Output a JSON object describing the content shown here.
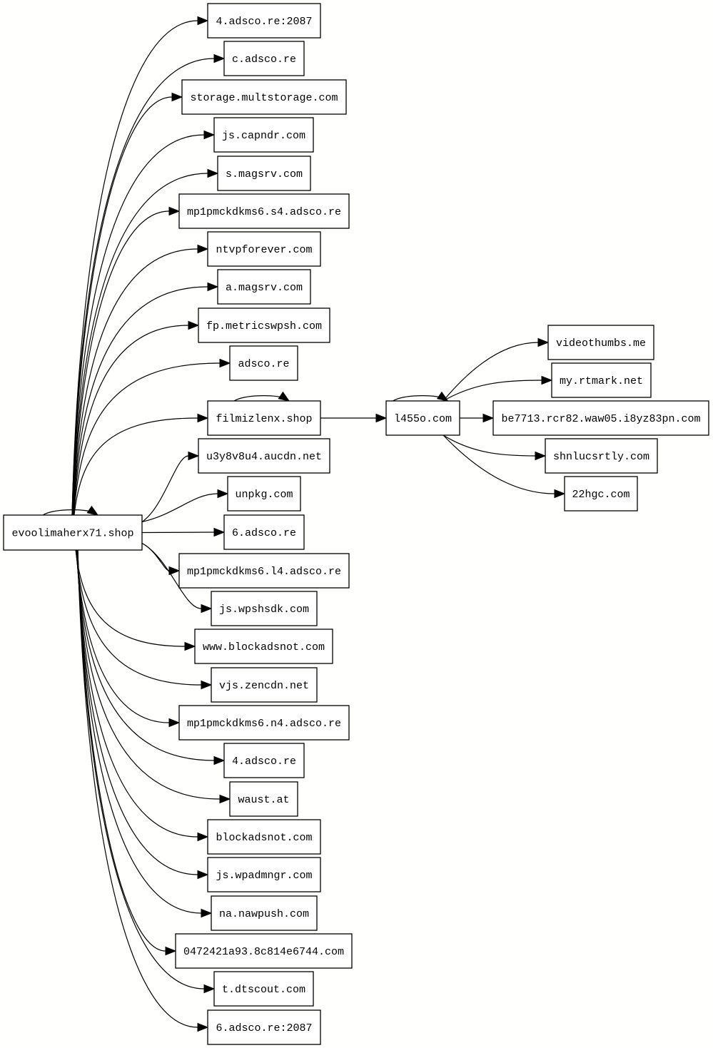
{
  "graph": {
    "nodes": [
      {
        "id": "evoolimaherx71",
        "label": "evoolimaherx71.shop"
      },
      {
        "id": "n1",
        "label": "4.adsco.re:2087"
      },
      {
        "id": "n2",
        "label": "c.adsco.re"
      },
      {
        "id": "n3",
        "label": "storage.multstorage.com"
      },
      {
        "id": "n4",
        "label": "js.capndr.com"
      },
      {
        "id": "n5",
        "label": "s.magsrv.com"
      },
      {
        "id": "n6",
        "label": "mp1pmckdkms6.s4.adsco.re"
      },
      {
        "id": "n7",
        "label": "ntvpforever.com"
      },
      {
        "id": "n8",
        "label": "a.magsrv.com"
      },
      {
        "id": "n9",
        "label": "fp.metricswpsh.com"
      },
      {
        "id": "n10",
        "label": "adsco.re"
      },
      {
        "id": "filmizlenx",
        "label": "filmizlenx.shop"
      },
      {
        "id": "n12",
        "label": "u3y8v8u4.aucdn.net"
      },
      {
        "id": "n13",
        "label": "unpkg.com"
      },
      {
        "id": "n14",
        "label": "6.adsco.re"
      },
      {
        "id": "n15",
        "label": "mp1pmckdkms6.l4.adsco.re"
      },
      {
        "id": "n16",
        "label": "js.wpshsdk.com"
      },
      {
        "id": "n17",
        "label": "www.blockadsnot.com"
      },
      {
        "id": "n18",
        "label": "vjs.zencdn.net"
      },
      {
        "id": "n19",
        "label": "mp1pmckdkms6.n4.adsco.re"
      },
      {
        "id": "n20",
        "label": "4.adsco.re"
      },
      {
        "id": "n21",
        "label": "waust.at"
      },
      {
        "id": "n22",
        "label": "blockadsnot.com"
      },
      {
        "id": "n23",
        "label": "js.wpadmngr.com"
      },
      {
        "id": "n24",
        "label": "na.nawpush.com"
      },
      {
        "id": "n25",
        "label": "0472421a93.8c814e6744.com"
      },
      {
        "id": "n26",
        "label": "t.dtscout.com"
      },
      {
        "id": "n27",
        "label": "6.adsco.re:2087"
      },
      {
        "id": "l455o",
        "label": "l455o.com"
      },
      {
        "id": "m1",
        "label": "videothumbs.me"
      },
      {
        "id": "m2",
        "label": "my.rtmark.net"
      },
      {
        "id": "m3",
        "label": "be7713.rcr82.waw05.i8yz83pn.com"
      },
      {
        "id": "m4",
        "label": "shnlucsrtly.com"
      },
      {
        "id": "m5",
        "label": "22hgc.com"
      }
    ],
    "edges": [
      {
        "from": "evoolimaherx71",
        "to": "evoolimaherx71"
      },
      {
        "from": "evoolimaherx71",
        "to": "n1"
      },
      {
        "from": "evoolimaherx71",
        "to": "n2"
      },
      {
        "from": "evoolimaherx71",
        "to": "n3"
      },
      {
        "from": "evoolimaherx71",
        "to": "n4"
      },
      {
        "from": "evoolimaherx71",
        "to": "n5"
      },
      {
        "from": "evoolimaherx71",
        "to": "n6"
      },
      {
        "from": "evoolimaherx71",
        "to": "n7"
      },
      {
        "from": "evoolimaherx71",
        "to": "n8"
      },
      {
        "from": "evoolimaherx71",
        "to": "n9"
      },
      {
        "from": "evoolimaherx71",
        "to": "n10"
      },
      {
        "from": "evoolimaherx71",
        "to": "filmizlenx"
      },
      {
        "from": "evoolimaherx71",
        "to": "n12"
      },
      {
        "from": "evoolimaherx71",
        "to": "n13"
      },
      {
        "from": "evoolimaherx71",
        "to": "n14"
      },
      {
        "from": "evoolimaherx71",
        "to": "n15"
      },
      {
        "from": "evoolimaherx71",
        "to": "n16"
      },
      {
        "from": "evoolimaherx71",
        "to": "n17"
      },
      {
        "from": "evoolimaherx71",
        "to": "n18"
      },
      {
        "from": "evoolimaherx71",
        "to": "n19"
      },
      {
        "from": "evoolimaherx71",
        "to": "n20"
      },
      {
        "from": "evoolimaherx71",
        "to": "n21"
      },
      {
        "from": "evoolimaherx71",
        "to": "n22"
      },
      {
        "from": "evoolimaherx71",
        "to": "n23"
      },
      {
        "from": "evoolimaherx71",
        "to": "n24"
      },
      {
        "from": "evoolimaherx71",
        "to": "n25"
      },
      {
        "from": "evoolimaherx71",
        "to": "n26"
      },
      {
        "from": "evoolimaherx71",
        "to": "n27"
      },
      {
        "from": "filmizlenx",
        "to": "filmizlenx"
      },
      {
        "from": "filmizlenx",
        "to": "l455o"
      },
      {
        "from": "l455o",
        "to": "l455o"
      },
      {
        "from": "l455o",
        "to": "m1"
      },
      {
        "from": "l455o",
        "to": "m2"
      },
      {
        "from": "l455o",
        "to": "m3"
      },
      {
        "from": "l455o",
        "to": "m4"
      },
      {
        "from": "l455o",
        "to": "m5"
      }
    ]
  }
}
